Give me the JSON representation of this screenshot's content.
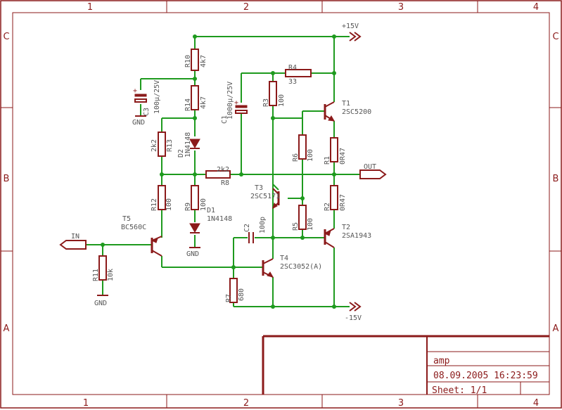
{
  "sheet": {
    "column_labels": [
      "1",
      "2",
      "3",
      "4"
    ],
    "row_labels": [
      "C",
      "B",
      "A"
    ],
    "title_block": {
      "name": "amp",
      "date": "08.09.2005 16:23:59",
      "sheet": "Sheet: 1/1"
    }
  },
  "nets": {
    "vplus": "+15V",
    "vminus": "-15V",
    "gnd": "GND",
    "in": "IN",
    "out": "OUT"
  },
  "parts": {
    "R10": {
      "name": "R10",
      "value": "4k7"
    },
    "R14": {
      "name": "R14",
      "value": "4k7"
    },
    "R13": {
      "name": "R13",
      "value": "2k2"
    },
    "R12": {
      "name": "R12",
      "value": "100"
    },
    "R9": {
      "name": "R9",
      "value": "100"
    },
    "R8": {
      "name": "R8",
      "value": "2k2"
    },
    "R3": {
      "name": "R3",
      "value": "100"
    },
    "R4": {
      "name": "R4",
      "value": "33"
    },
    "R6": {
      "name": "R6",
      "value": "100"
    },
    "R5": {
      "name": "R5",
      "value": "100"
    },
    "R1": {
      "name": "R1",
      "value": "0R47"
    },
    "R2": {
      "name": "R2",
      "value": "0R47"
    },
    "R11": {
      "name": "R11",
      "value": "10k"
    },
    "R7": {
      "name": "R7",
      "value": "680"
    },
    "C3": {
      "name": "C3",
      "value": "100µ/25V"
    },
    "C1": {
      "name": "C1",
      "value": "1000µ/25V"
    },
    "C2": {
      "name": "C2",
      "value": "100p"
    },
    "D1": {
      "name": "D1",
      "value": "1N4148"
    },
    "D2": {
      "name": "D2",
      "value": "1N4148"
    },
    "T1": {
      "name": "T1",
      "value": "2SC5200"
    },
    "T2": {
      "name": "T2",
      "value": "2SA1943"
    },
    "T3": {
      "name": "T3",
      "value": "2SC5171"
    },
    "T4": {
      "name": "T4",
      "value": "2SC3052(A)"
    },
    "T5": {
      "name": "T5",
      "value": "BC560C"
    }
  }
}
